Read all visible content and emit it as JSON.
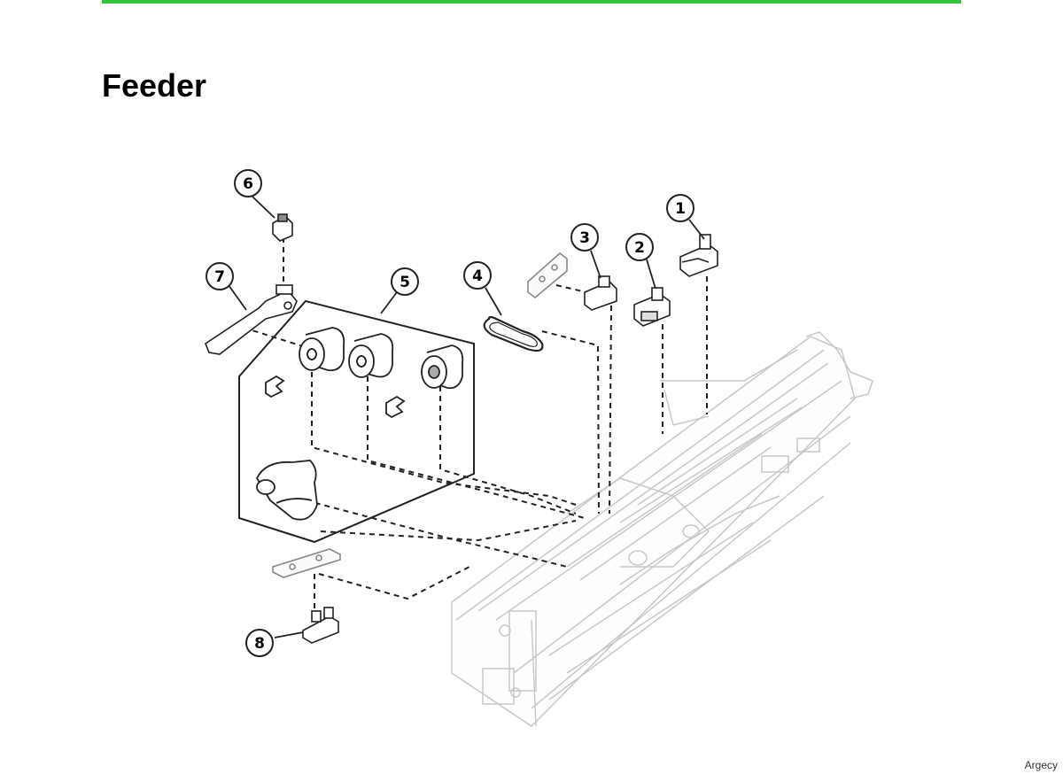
{
  "page": {
    "title": "Feeder",
    "watermark": "Argecy",
    "accent_color": "#2fc43c"
  },
  "diagram": {
    "callouts": [
      {
        "label": "1"
      },
      {
        "label": "2"
      },
      {
        "label": "3"
      },
      {
        "label": "4"
      },
      {
        "label": "5"
      },
      {
        "label": "6"
      },
      {
        "label": "7"
      },
      {
        "label": "8"
      }
    ]
  }
}
